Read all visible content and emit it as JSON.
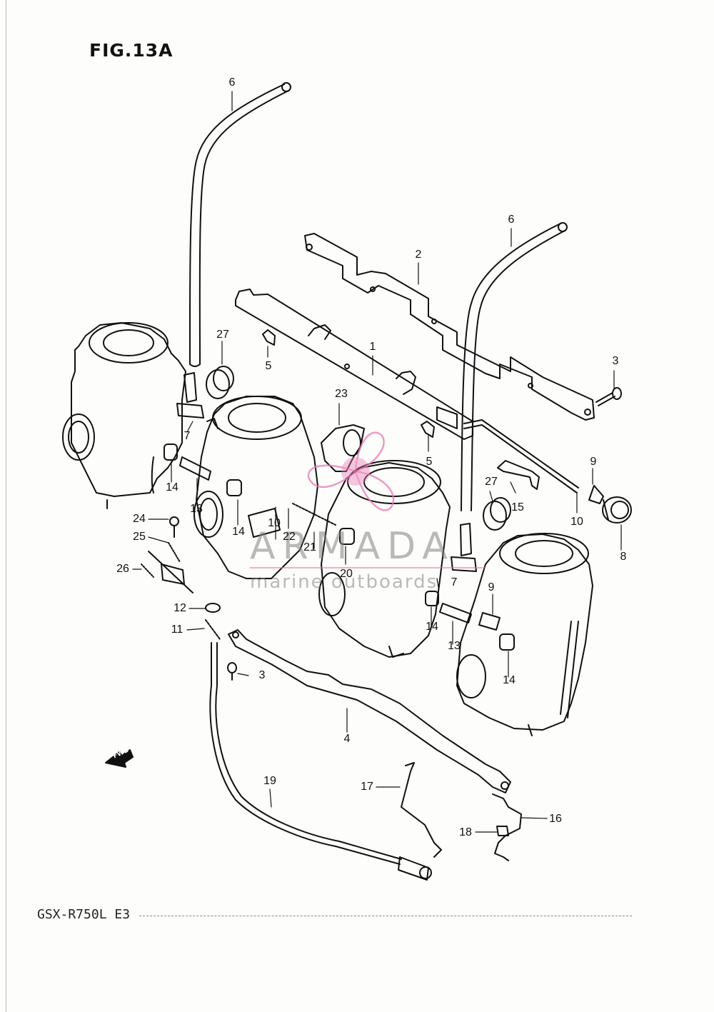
{
  "figure": {
    "title": "FIG.13A",
    "model": "GSX-R750L  E3"
  },
  "watermark": {
    "brand": "ARMADA",
    "tagline": "marine outboards",
    "accent": "#e879b4"
  },
  "fwd_label": "FWD",
  "callouts": [
    {
      "id": "6a",
      "label": "6"
    },
    {
      "id": "6b",
      "label": "6"
    },
    {
      "id": "2",
      "label": "2"
    },
    {
      "id": "1",
      "label": "1"
    },
    {
      "id": "27a",
      "label": "27"
    },
    {
      "id": "27b",
      "label": "27"
    },
    {
      "id": "5a",
      "label": "5"
    },
    {
      "id": "5b",
      "label": "5"
    },
    {
      "id": "3a",
      "label": "3"
    },
    {
      "id": "3b",
      "label": "3"
    },
    {
      "id": "23",
      "label": "23"
    },
    {
      "id": "7a",
      "label": "7"
    },
    {
      "id": "7b",
      "label": "7"
    },
    {
      "id": "9a",
      "label": "9"
    },
    {
      "id": "9b",
      "label": "9"
    },
    {
      "id": "10a",
      "label": "10"
    },
    {
      "id": "10b",
      "label": "10"
    },
    {
      "id": "8",
      "label": "8"
    },
    {
      "id": "15",
      "label": "15"
    },
    {
      "id": "14a",
      "label": "14"
    },
    {
      "id": "14b",
      "label": "14"
    },
    {
      "id": "14c",
      "label": "14"
    },
    {
      "id": "14d",
      "label": "14"
    },
    {
      "id": "13a",
      "label": "13"
    },
    {
      "id": "13b",
      "label": "13"
    },
    {
      "id": "22",
      "label": "22"
    },
    {
      "id": "21",
      "label": "21"
    },
    {
      "id": "20",
      "label": "20"
    },
    {
      "id": "24",
      "label": "24"
    },
    {
      "id": "25",
      "label": "25"
    },
    {
      "id": "26",
      "label": "26"
    },
    {
      "id": "12",
      "label": "12"
    },
    {
      "id": "11",
      "label": "11"
    },
    {
      "id": "4",
      "label": "4"
    },
    {
      "id": "19",
      "label": "19"
    },
    {
      "id": "17",
      "label": "17"
    },
    {
      "id": "18",
      "label": "18"
    },
    {
      "id": "16",
      "label": "16"
    }
  ]
}
